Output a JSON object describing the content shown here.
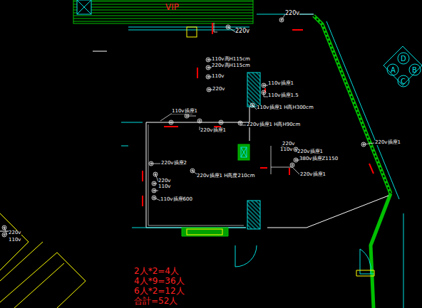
{
  "diagram": {
    "labels": [
      "VIP",
      "220v",
      "220v",
      "110v高H115cm",
      "220v高H115cm",
      "110v",
      "110v插座1",
      "220v",
      "110v插座1.5",
      "110v插座1 H高H300cm",
      "110v插座1",
      "220v插座1",
      "220v插座1 H高H90cm",
      "220v插座1",
      "220v",
      "110v",
      "220v插座1",
      "380v插座Z1150",
      "220v插座1",
      "220v插座2",
      "220v插座1 H高度210cm",
      "220v",
      "110v",
      "110v插座600",
      "220v",
      "110v",
      "A",
      "D",
      "B",
      "C",
      "2人*2=4人",
      "4人*9=36人",
      "6人*2=12人",
      "合計=52人"
    ]
  }
}
